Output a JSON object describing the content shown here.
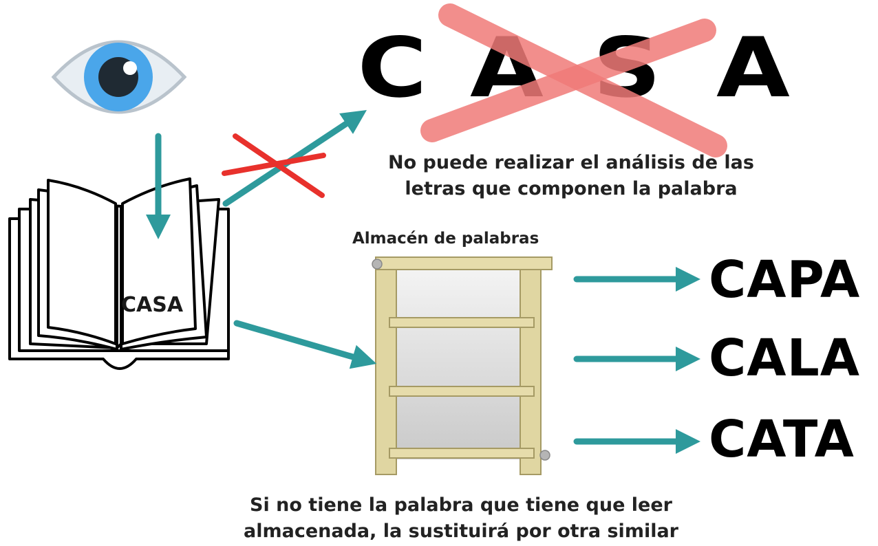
{
  "diagram": {
    "big_letters": [
      "C",
      "A",
      "S",
      "A"
    ],
    "top_caption": {
      "line1": "No puede realizar el análisis de las",
      "line2": "letras que componen la palabra"
    },
    "book_word": "CASA",
    "store_title": "Almacén de palabras",
    "similar_words": [
      "CAPA",
      "CALA",
      "CATA"
    ],
    "bottom_caption": {
      "line1": "Si no tiene la palabra que tiene que leer",
      "line2": "almacenada, la sustituirá por otra similar"
    },
    "icons": [
      "eye-icon",
      "open-book-icon",
      "bookshelf-icon",
      "cross-icon"
    ],
    "colors": {
      "arrow": "#2e9a9c",
      "red_cross": "#e8312c",
      "pale_cross": "#f07a78",
      "eye_iris": "#4aa6ea",
      "wood": "#e2d9a8"
    }
  }
}
